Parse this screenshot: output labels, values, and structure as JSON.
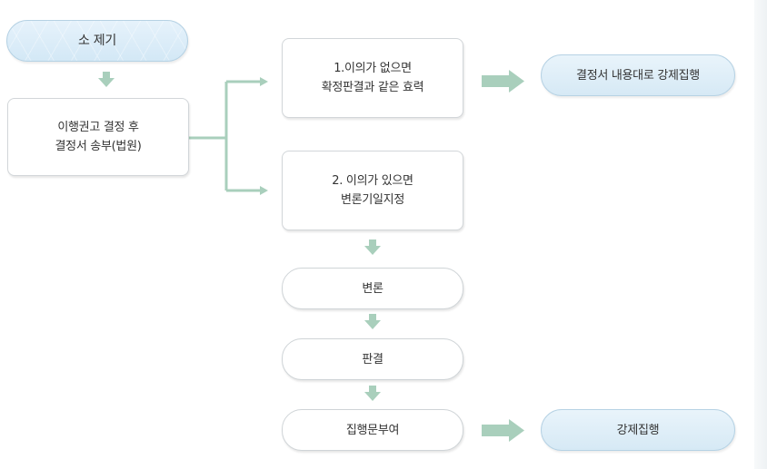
{
  "nodes": {
    "filing": {
      "label": "소 제기"
    },
    "recommendation": {
      "line1": "이행권고 결정 후",
      "line2": "결정서 송부(법원)"
    },
    "no_objection": {
      "line1": "1.이의가 없으면",
      "line2": "확정판결과 같은 효력"
    },
    "enforce_per_decision": {
      "label": "결정서 내용대로 강제집행"
    },
    "objection": {
      "line1": "2. 이의가 있으면",
      "line2": "변론기일지정"
    },
    "argument": {
      "label": "변론"
    },
    "judgment": {
      "label": "판결"
    },
    "grant_execution": {
      "label": "집행문부여"
    },
    "compulsory_execution": {
      "label": "강제집행"
    }
  },
  "colors": {
    "connector_green": "#a9cfbc",
    "pill_blue_top": "#e9f4fb",
    "pill_blue_bottom": "#d6e9f5",
    "box_border": "#d2d6d9",
    "text": "#333333"
  }
}
